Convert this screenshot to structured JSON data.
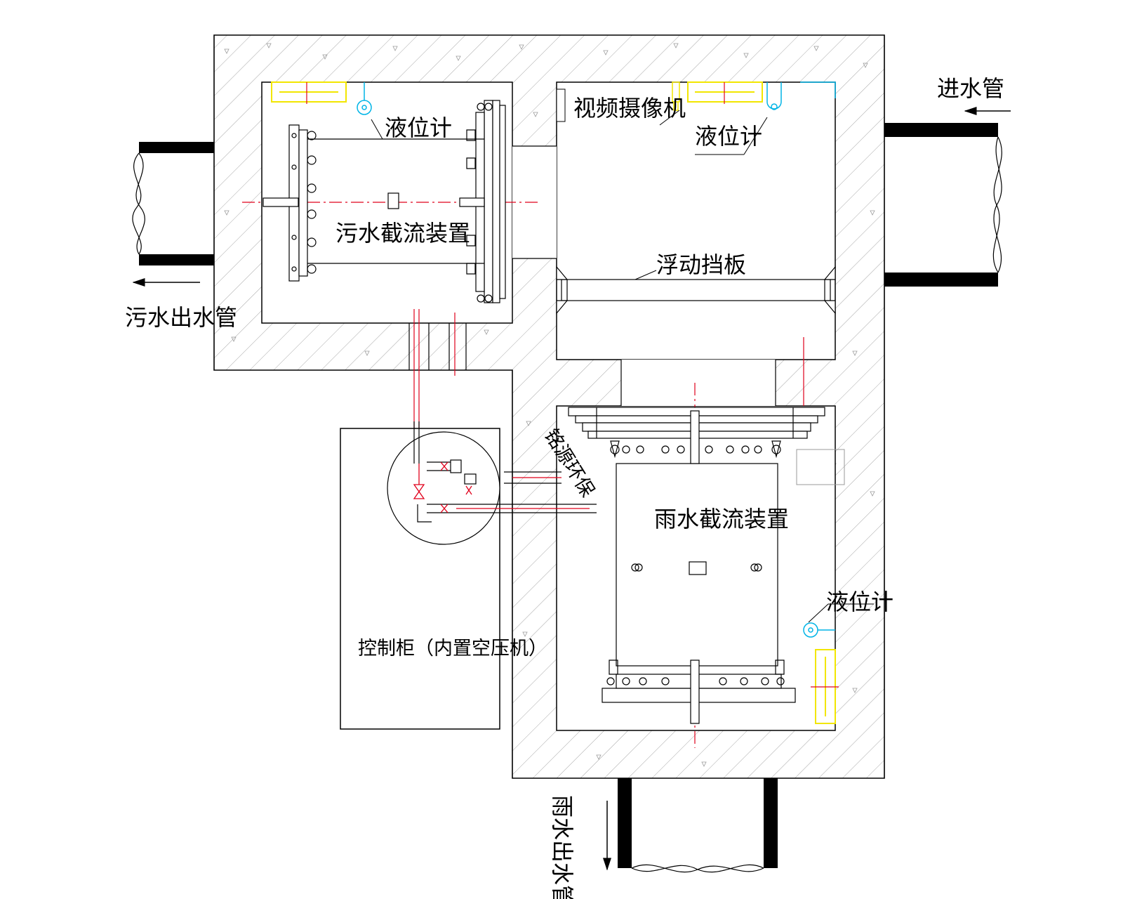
{
  "labels": {
    "inlet_pipe": "进水管",
    "sewage_outlet_pipe": "污水出水管",
    "sewage_device": "污水截流装置",
    "level_meter_left": "液位计",
    "video_camera": "视频摄像机",
    "level_meter_top": "液位计",
    "floating_baffle": "浮动挡板",
    "brand": "铭源环保",
    "rain_device": "雨水截流装置",
    "control_cabinet": "控制柜（内置空压机）",
    "level_meter_right": "液位计",
    "rain_outlet_pipe": "雨水出水管"
  },
  "colors": {
    "line": "#000000",
    "concrete_hatch": "#9a9a9a",
    "centerline": "#e0001b",
    "ladder": "#f2e600",
    "instrument": "#00b4e6"
  }
}
